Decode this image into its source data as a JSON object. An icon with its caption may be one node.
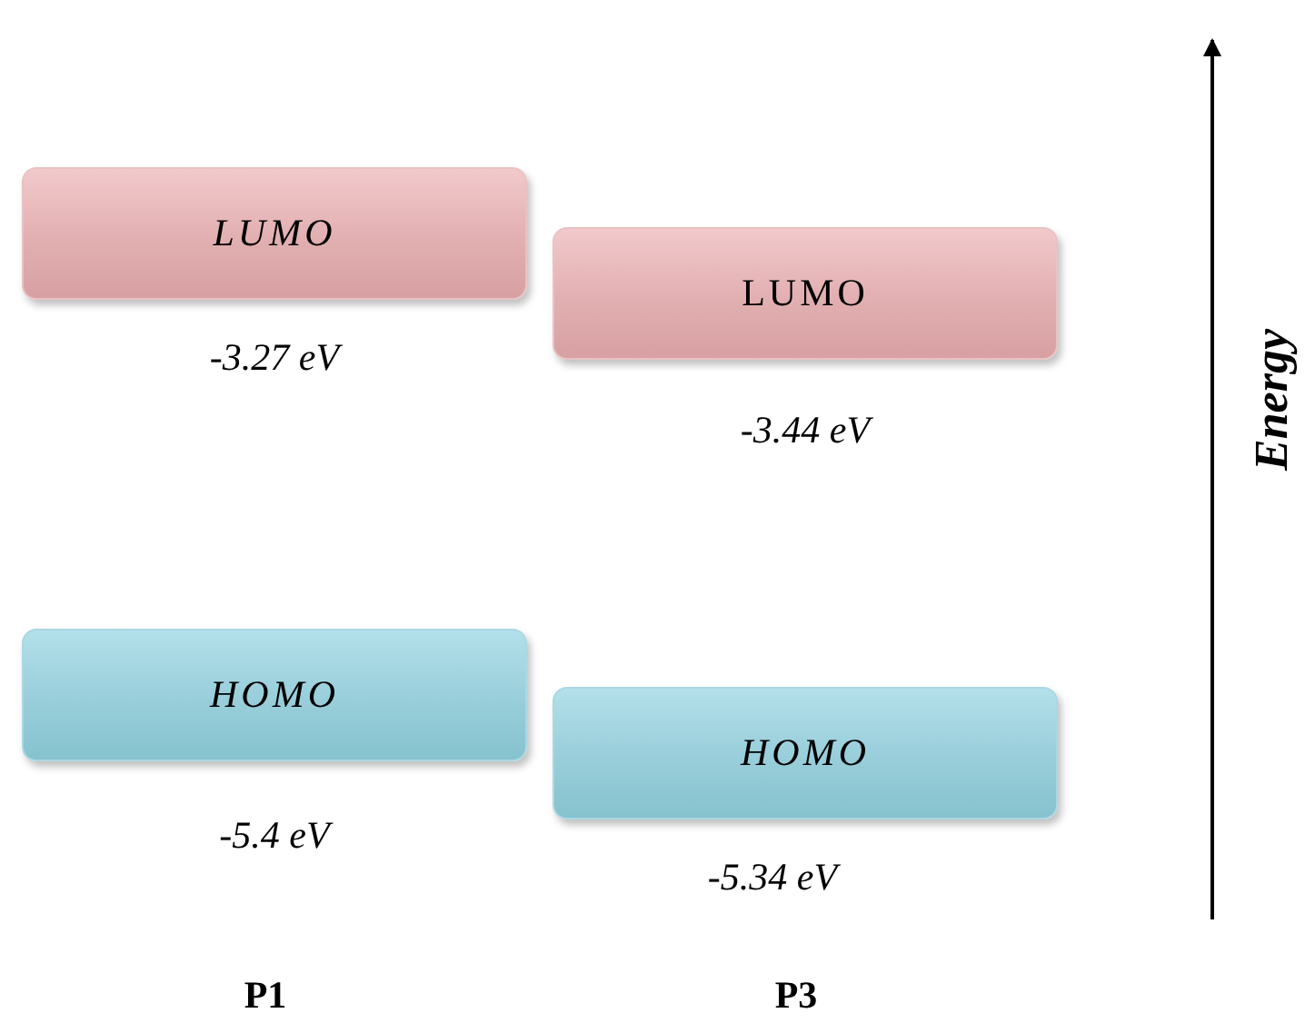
{
  "diagram": {
    "nodes": [
      {
        "text": [
          "LUMO"
        ],
        "beside": [
          "-3.27 eV"
        ]
      },
      {
        "text": [
          "LUMO"
        ],
        "beside": [
          "-3.44 eV"
        ]
      },
      {
        "text": [
          "HOMO"
        ],
        "beside": [
          "-5.4 eV"
        ]
      },
      {
        "text": [
          "HOMO"
        ],
        "beside": [
          "-5.34 eV"
        ]
      }
    ],
    "labels": [
      "P1",
      "P3",
      "Energy"
    ]
  }
}
